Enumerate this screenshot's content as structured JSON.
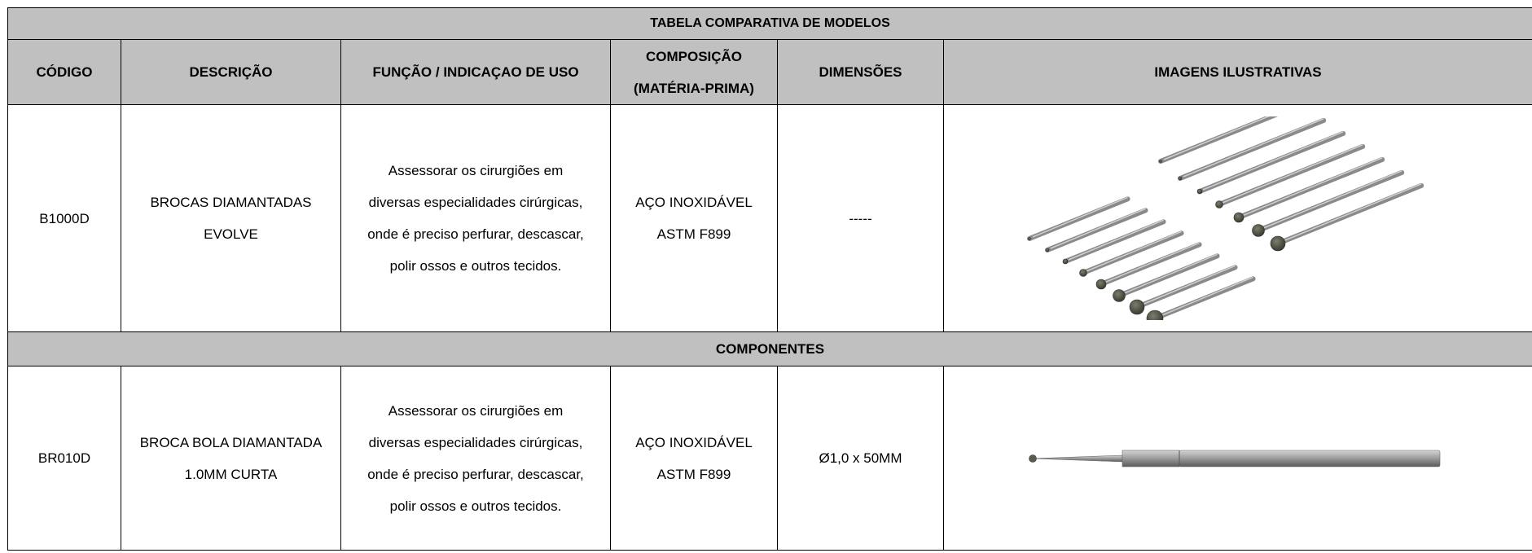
{
  "table": {
    "title": "TABELA COMPARATIVA DE MODELOS",
    "headers": {
      "codigo": "CÓDIGO",
      "descricao": "DESCRIÇÃO",
      "funcao": "FUNÇÃO / INDICAÇAO DE USO",
      "composicao_1": "COMPOSIÇÃO",
      "composicao_2": "(MATÉRIA-PRIMA)",
      "dimensoes": "DIMENSÕES",
      "imagens": "IMAGENS ILUSTRATIVAS"
    },
    "rows": [
      {
        "codigo": "B1000D",
        "descricao": [
          "BROCAS DIAMANTADAS",
          "EVOLVE"
        ],
        "funcao": [
          "Assessorar os cirurgiões em",
          "diversas especialidades cirúrgicas,",
          "onde é preciso perfurar, descascar,",
          "polir ossos e outros tecidos."
        ],
        "composicao": [
          "AÇO INOXIDÁVEL",
          "ASTM F899"
        ],
        "dimensoes": "-----",
        "imagem_icon": "drill-bit-set-icon"
      }
    ],
    "section_title": "COMPONENTES",
    "component_rows": [
      {
        "codigo": "BR010D",
        "descricao": [
          "BROCA BOLA DIAMANTADA",
          "1.0MM CURTA"
        ],
        "funcao": [
          "Assessorar os cirurgiões em",
          "diversas especialidades cirúrgicas,",
          "onde é preciso perfurar, descascar,",
          "polir ossos e outros tecidos."
        ],
        "composicao": [
          "AÇO INOXIDÁVEL",
          "ASTM F899"
        ],
        "dimensoes": "Ø1,0 x 50MM",
        "imagem_icon": "ball-drill-bit-icon"
      }
    ],
    "colors": {
      "header_bg": "#c0c0c0",
      "border": "#000000",
      "metal_shaft": "#9a9a9a",
      "diamond_head": "#4b4d40"
    }
  }
}
